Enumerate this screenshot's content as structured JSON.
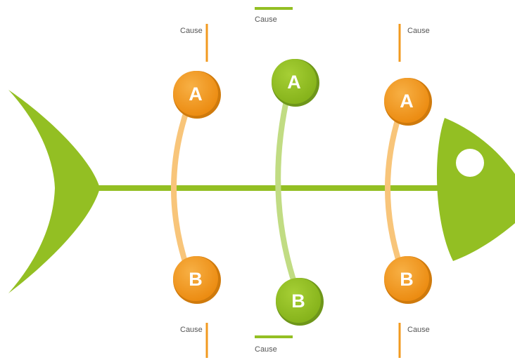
{
  "colors": {
    "green": "#93bf23",
    "green_light": "#c1dc83",
    "orange": "#f29a1f",
    "orange_light": "#f8c57a",
    "label": "#555555",
    "eye": "#ffffff"
  },
  "causes": [
    {
      "label": "Cause",
      "color": "orange"
    },
    {
      "label": "Cause",
      "color": "green"
    },
    {
      "label": "Cause",
      "color": "orange"
    },
    {
      "label": "Cause",
      "color": "orange"
    },
    {
      "label": "Cause",
      "color": "green"
    },
    {
      "label": "Cause",
      "color": "orange"
    }
  ],
  "ribs": [
    {
      "top": "A",
      "bottom": "B",
      "color": "orange"
    },
    {
      "top": "A",
      "bottom": "B",
      "color": "green"
    },
    {
      "top": "A",
      "bottom": "B",
      "color": "orange"
    }
  ]
}
